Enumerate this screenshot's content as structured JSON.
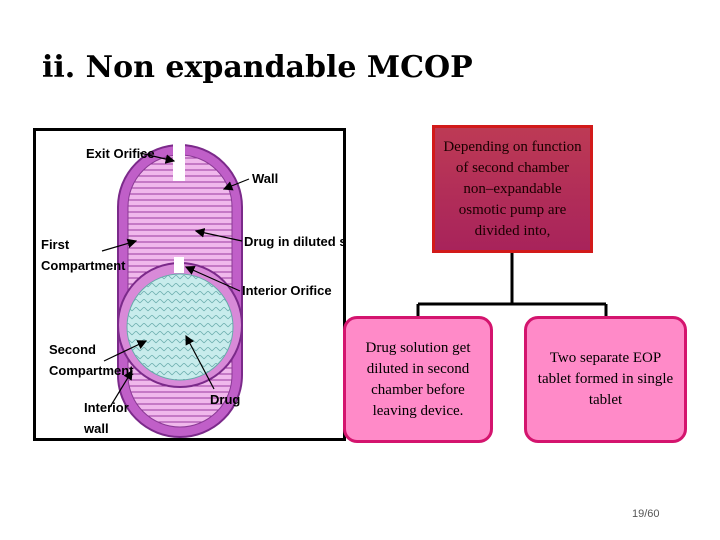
{
  "slide": {
    "title": "ii. Non expandable MCOP",
    "page_number": "19/60"
  },
  "figure": {
    "labels": {
      "exit_orifice": "Exit Orifice",
      "wall": "Wall",
      "first_line1": "First",
      "first_line2": "Compartment",
      "drug_diluted": "Drug in diluted soln.",
      "interior_orifice": "Interior Orifice",
      "second_line1": "Second",
      "second_line2": "Compartment",
      "drug": "Drug",
      "interior_line1": "Interior",
      "interior_line2": "wall"
    }
  },
  "hierarchy": {
    "root": "Depending on function of second chamber non–expandable osmotic pump are divided into,",
    "children": [
      "Drug solution get diluted in second chamber before leaving device.",
      "Two separate EOP tablet formed in single tablet"
    ]
  },
  "colors": {
    "root_fill": "#b3265a",
    "root_border": "#d21a1a",
    "child_fill": "#ff8ac8",
    "child_border": "#d4146e"
  }
}
